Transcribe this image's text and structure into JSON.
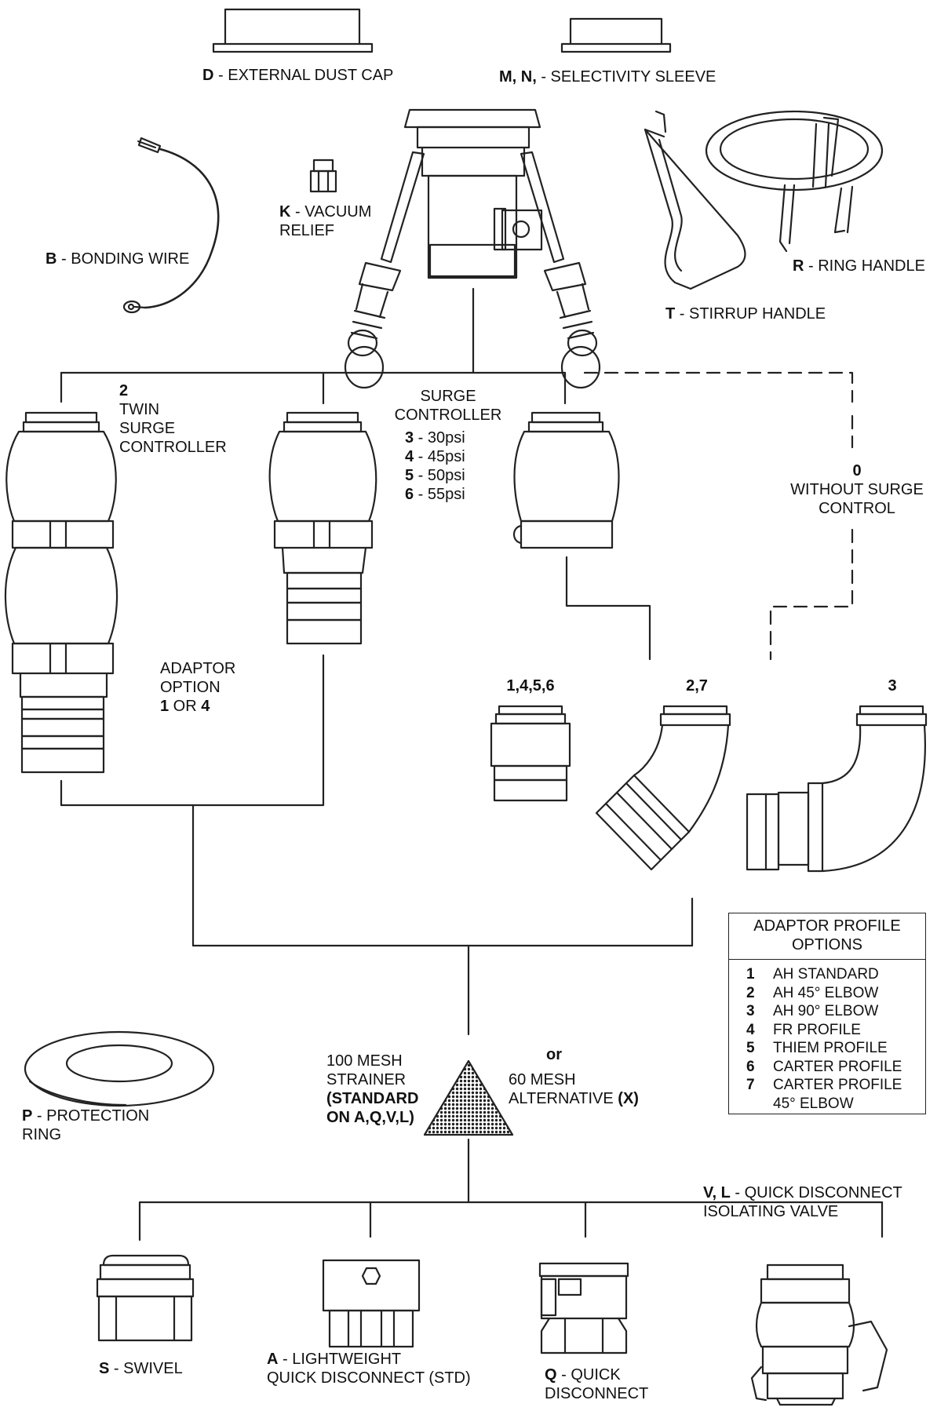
{
  "parts": {
    "dust_cap": {
      "key": "D",
      "text": " - EXTERNAL DUST CAP"
    },
    "selectivity_sleeve": {
      "key": "M, N,",
      "text": " - SELECTIVITY SLEEVE"
    },
    "bonding_wire": {
      "key": "B",
      "text": " - BONDING WIRE"
    },
    "vacuum_relief": {
      "key": "K",
      "text": " - VACUUM",
      "text2": "RELIEF"
    },
    "ring_handle": {
      "key": "R",
      "text": " - RING HANDLE"
    },
    "stirrup_handle": {
      "key": "T",
      "text": " - STIRRUP HANDLE"
    },
    "protection_ring": {
      "key": "P",
      "text": " - PROTECTION",
      "text2": "RING"
    },
    "swivel": {
      "key": "S",
      "text": " - SWIVEL"
    },
    "lightweight_qd": {
      "key": "A",
      "text": " - LIGHTWEIGHT",
      "text2": "QUICK DISCONNECT (STD)"
    },
    "quick_disconnect": {
      "key": "Q",
      "text": " - QUICK",
      "text2": "DISCONNECT"
    },
    "qd_isolating_valve": {
      "key": "V, L",
      "text": " - QUICK DISCONNECT",
      "text2": "ISOLATING VALVE"
    }
  },
  "surge": {
    "twin": {
      "key": "2",
      "line1": "TWIN",
      "line2": "SURGE",
      "line3": "CONTROLLER"
    },
    "controller": {
      "line1": "SURGE",
      "line2": "CONTROLLER"
    },
    "options": [
      {
        "key": "3",
        "text": " - 30psi"
      },
      {
        "key": "4",
        "text": " - 45psi"
      },
      {
        "key": "5",
        "text": " - 50psi"
      },
      {
        "key": "6",
        "text": " - 55psi"
      }
    ],
    "none": {
      "key": "0",
      "line1": "WITHOUT SURGE",
      "line2": "CONTROL"
    }
  },
  "adaptor_option": {
    "line1": "ADAPTOR",
    "line2": "OPTION",
    "key1": "1",
    "mid": " OR ",
    "key2": "4"
  },
  "profile_groups": {
    "straight": "1,4,5,6",
    "elbow45": "2,7",
    "elbow90": "3"
  },
  "strainer": {
    "line1": "100 MESH",
    "line2": "STRAINER",
    "line3": "(STANDARD",
    "line4": "ON A,Q,V,L)",
    "or": "or",
    "alt1": "60 MESH",
    "alt2": "ALTERNATIVE ",
    "alt_key": "(X)"
  },
  "legend": {
    "title1": "ADAPTOR PROFILE",
    "title2": "OPTIONS",
    "items": [
      {
        "n": "1",
        "label": "AH STANDARD"
      },
      {
        "n": "2",
        "label": "AH 45° ELBOW"
      },
      {
        "n": "3",
        "label": "AH 90° ELBOW"
      },
      {
        "n": "4",
        "label": "FR PROFILE"
      },
      {
        "n": "5",
        "label": "THIEM PROFILE"
      },
      {
        "n": "6",
        "label": "CARTER PROFILE"
      },
      {
        "n": "7",
        "label": "CARTER PROFILE"
      }
    ],
    "item7_cont": "45° ELBOW"
  }
}
